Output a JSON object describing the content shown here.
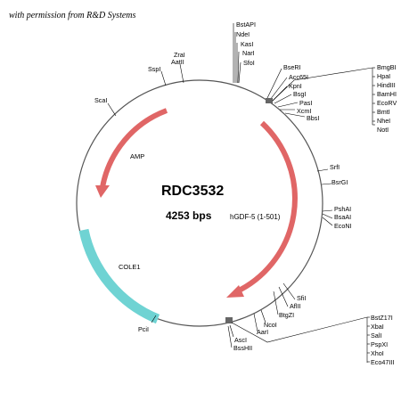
{
  "credit": "with permission from R&D Systems",
  "plasmid": {
    "name": "RDC3532",
    "size": "4253 bps",
    "insert": "hGDF-5 (1-501)"
  },
  "features": [
    {
      "name": "AMP",
      "color": "#e06666"
    },
    {
      "name": "COLE1",
      "color": "#6fd3d3"
    }
  ],
  "single_sites": [
    "ScaI",
    "SspI",
    "ZraI",
    "AatII",
    "BseRI",
    "Acc65I",
    "KpnI",
    "BsgI",
    "PasI",
    "XcmI",
    "BbsI",
    "SrfI",
    "BsrGI",
    "PshAI",
    "BsaAI",
    "EcoNI",
    "SfiI",
    "AflII",
    "BtgZI",
    "NcoI",
    "AarI",
    "AscI",
    "BssHII",
    "PciI"
  ],
  "clusters": [
    {
      "id": "top",
      "sites": [
        "BstAPI",
        "NdeI",
        "KasI",
        "NarI",
        "SfoI"
      ]
    },
    {
      "id": "right",
      "sites": [
        "BmgBI",
        "HpaI",
        "HindIII",
        "BamHI",
        "EcoRV",
        "BmtI",
        "NheI",
        "NotI"
      ]
    },
    {
      "id": "bottom",
      "sites": [
        "BstZ17I",
        "XbaI",
        "SalI",
        "PspXI",
        "XhoI",
        "Eco47III"
      ]
    }
  ]
}
